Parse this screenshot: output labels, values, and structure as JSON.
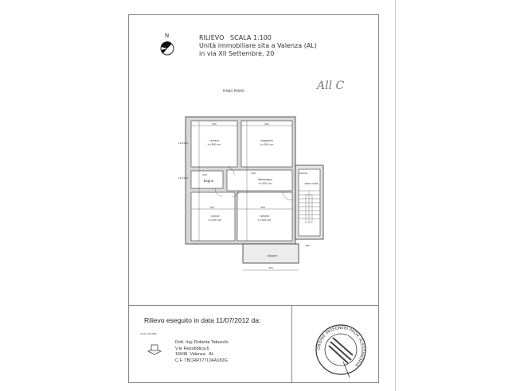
{
  "header": {
    "line1": "RILIEVO   SCALA 1:100",
    "line2": "Unità immobiliare sita a Valenza (AL)",
    "line3": "in via XII Settembre, 20",
    "compass_label": "N"
  },
  "floor_label": "PIANO PRIMO",
  "handwritten_note": "All C",
  "plan": {
    "rooms": [
      {
        "name": "camera",
        "height": "h=300 cm"
      },
      {
        "name": "soggiorno",
        "height": "h=300 cm"
      },
      {
        "name": "bagno"
      },
      {
        "name": "disimpegno",
        "height": "h=300 cm"
      },
      {
        "name": "vano scala"
      },
      {
        "name": "cucina",
        "height": "h=300 cm"
      },
      {
        "name": "camera",
        "height": "h=300 cm"
      },
      {
        "name": "balcone"
      }
    ],
    "dimensions": [
      "365",
      "405",
      "316",
      "308",
      "330",
      "480",
      "300",
      "110/150",
      "110/150",
      "90/200",
      "380"
    ]
  },
  "footer": {
    "survey_date": "Rilievo eseguito in data 11/07/2012 da:",
    "logo_label": "ISCR. ORDINE",
    "author": "Dott. Ing. Roberta Tabucchi",
    "street": "V.le Repubblica,6",
    "city": "15048  Valenza   AL",
    "tax_code": "C.F. TBCRRT77L04A182G",
    "stamp_text": "ORDINE INGEGNERI PROV. ALESSANDRIA"
  }
}
